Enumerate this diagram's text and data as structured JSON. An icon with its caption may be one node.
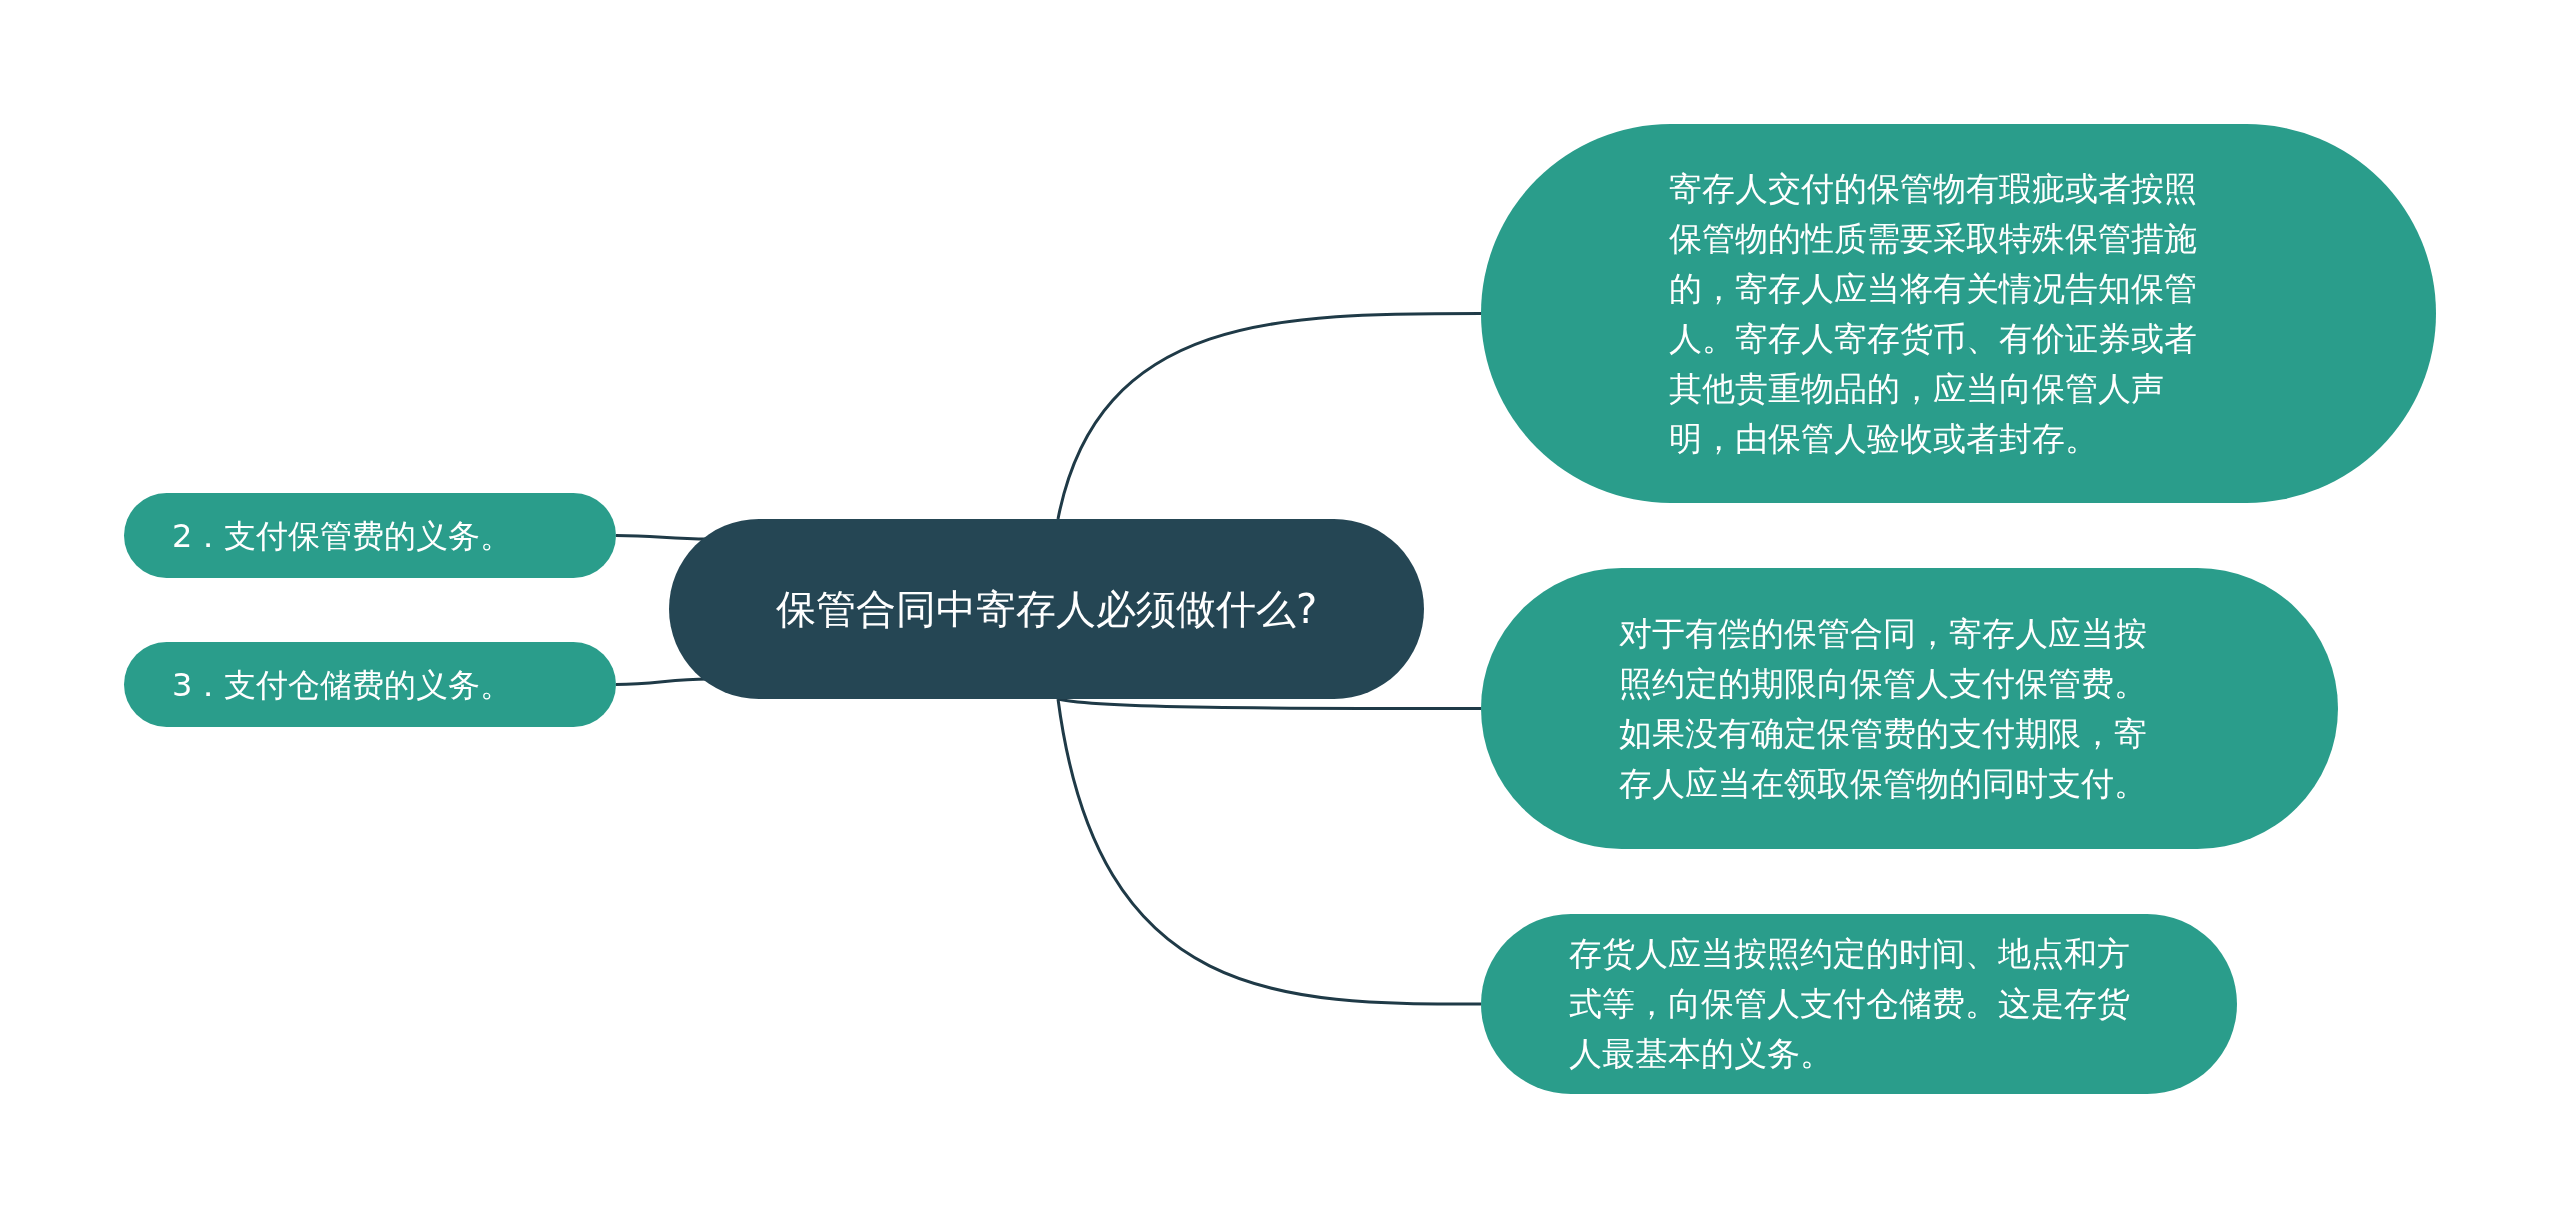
{
  "diagram": {
    "nodes": [
      {
        "text": [
          "保管合同中寄存人必须做什么?"
        ]
      },
      {
        "text": [
          "2．支付保管费的义务。"
        ]
      },
      {
        "text": [
          "3．支付仓储费的义务。"
        ]
      },
      {
        "text": [
          "寄存人交付的保管物有瑕疵或者按照保管物的性质需要采取特殊保管措施的，寄存人应当将有关情况告知保管人。寄存人寄存货币、有价证券或者其他贵重物品的，应当向保管人声明，由保管人验收或者封存。"
        ]
      },
      {
        "text": [
          "对于有偿的保管合同，寄存人应当按照约定的期限向保管人支付保管费。如果没有确定保管费的支付期限，寄存人应当在领取保管物的同时支付。"
        ]
      },
      {
        "text": [
          "存货人应当按照约定的时间、地点和方式等，向保管人支付仓储费。这是存货人最基本的义务。"
        ]
      }
    ],
    "edges": [
      {
        "from": 0,
        "to": 1,
        "arrow": "none"
      },
      {
        "from": 0,
        "to": 2,
        "arrow": "none"
      },
      {
        "from": 0,
        "to": 3,
        "arrow": "none"
      },
      {
        "from": 0,
        "to": 4,
        "arrow": "none"
      },
      {
        "from": 0,
        "to": 5,
        "arrow": "none"
      }
    ]
  }
}
